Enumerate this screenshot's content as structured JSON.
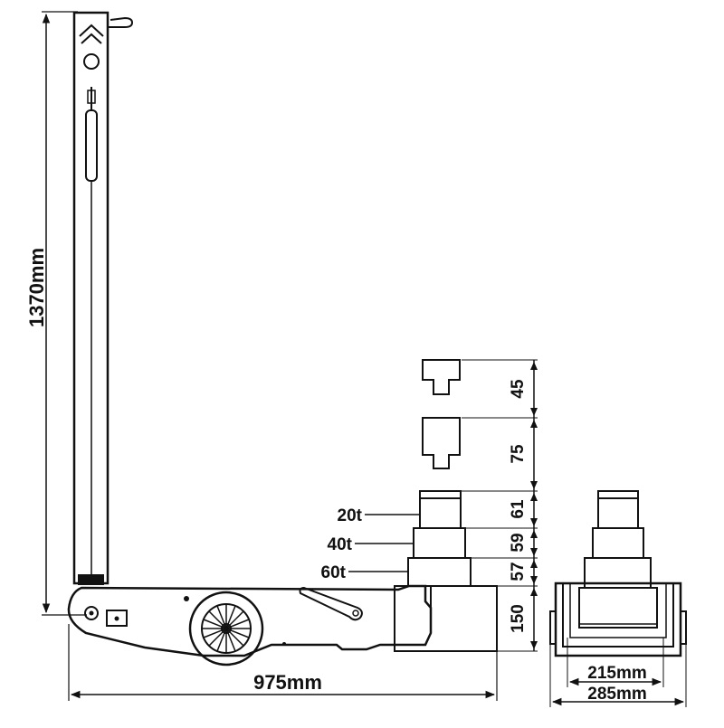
{
  "drawing": {
    "height_label": "1370mm",
    "length_label": "975mm",
    "inner_width_label": "215mm",
    "outer_width_label": "285mm",
    "stack_heights": [
      "45",
      "75",
      "61",
      "59",
      "57",
      "150"
    ],
    "stage_capacities": [
      "20t",
      "40t",
      "60t"
    ]
  }
}
